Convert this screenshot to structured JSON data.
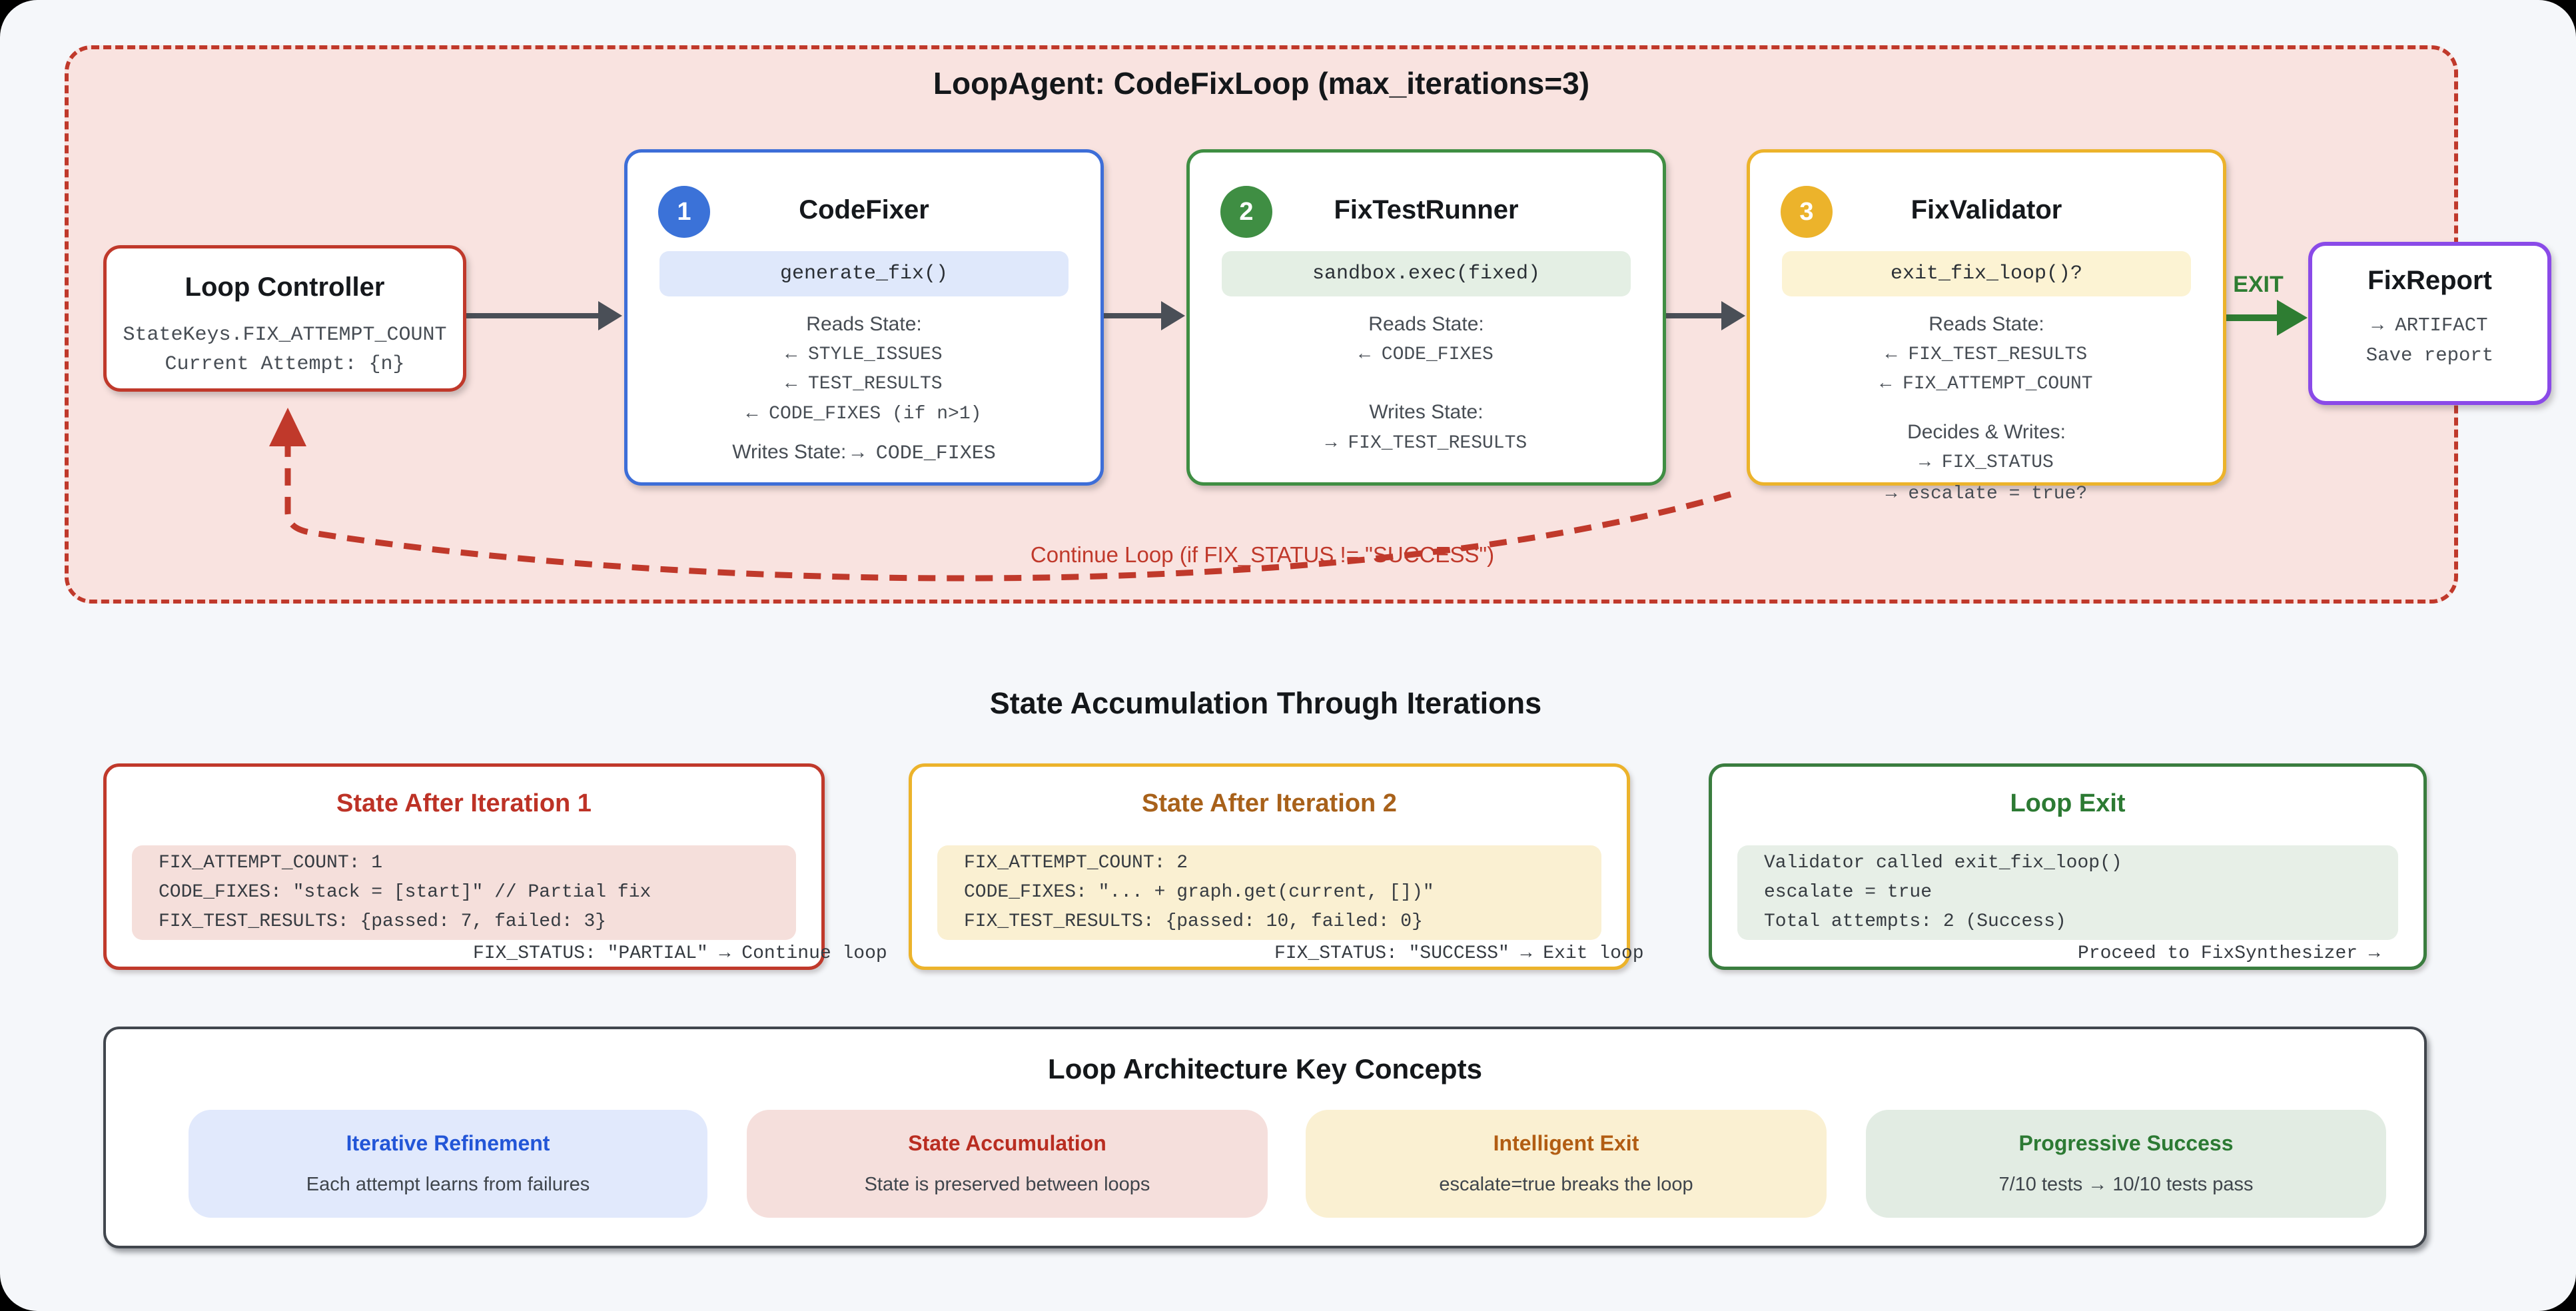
{
  "loop": {
    "title": "LoopAgent: CodeFixLoop (max_iterations=3)",
    "controller": {
      "title": "Loop Controller",
      "line1": "StateKeys.FIX_ATTEMPT_COUNT",
      "line2": "Current Attempt: {n}"
    },
    "agents": [
      {
        "badge": "1",
        "title": "CodeFixer",
        "method": "generate_fix()",
        "reads_label": "Reads State:",
        "reads": [
          "← STYLE_ISSUES",
          "← TEST_RESULTS",
          "← CODE_FIXES (if n>1)"
        ],
        "writes_label": "Writes State:",
        "writes_inline": "→ CODE_FIXES"
      },
      {
        "badge": "2",
        "title": "FixTestRunner",
        "method": "sandbox.exec(fixed)",
        "reads_label": "Reads State:",
        "reads": [
          "← CODE_FIXES"
        ],
        "writes_label": "Writes State:",
        "writes": [
          "→ FIX_TEST_RESULTS"
        ]
      },
      {
        "badge": "3",
        "title": "FixValidator",
        "method": "exit_fix_loop()?",
        "reads_label": "Reads State:",
        "reads": [
          "← FIX_TEST_RESULTS",
          "← FIX_ATTEMPT_COUNT"
        ],
        "writes_label": "Decides & Writes:",
        "writes": [
          "→ FIX_STATUS",
          "→ escalate = true?"
        ]
      }
    ],
    "exit_label": "EXIT",
    "continue_label": "Continue Loop (if FIX_STATUS != \"SUCCESS\")"
  },
  "fix_report": {
    "title": "FixReport",
    "line1": "→ ARTIFACT",
    "line2": "Save report"
  },
  "state_section": {
    "heading": "State Accumulation Through Iterations",
    "cards": [
      {
        "title": "State After Iteration 1",
        "code": "FIX_ATTEMPT_COUNT: 1\nCODE_FIXES: \"stack = [start]\" // Partial fix\nFIX_TEST_RESULTS: {passed: 7, failed: 3}",
        "overflow": "FIX_STATUS: \"PARTIAL\" → Continue loop"
      },
      {
        "title": "State After Iteration 2",
        "code": "FIX_ATTEMPT_COUNT: 2\nCODE_FIXES: \"... + graph.get(current, [])\"\nFIX_TEST_RESULTS: {passed: 10, failed: 0}",
        "overflow": "FIX_STATUS: \"SUCCESS\" → Exit loop"
      },
      {
        "title": "Loop Exit",
        "code": "Validator called exit_fix_loop()\nescalate = true\nTotal attempts: 2 (Success)",
        "overflow": "Proceed to FixSynthesizer →"
      }
    ]
  },
  "concepts_section": {
    "heading": "Loop Architecture Key Concepts",
    "cards": [
      {
        "title": "Iterative Refinement",
        "desc": "Each attempt learns from failures"
      },
      {
        "title": "State Accumulation",
        "desc": "State is preserved between loops"
      },
      {
        "title": "Intelligent Exit",
        "desc": "escalate=true breaks the loop"
      },
      {
        "title": "Progressive Success",
        "desc": "7/10 tests → 10/10 tests pass"
      }
    ]
  },
  "colors": {
    "page_bg": "#f5f7fa",
    "loop_bg": "#f9e3e0",
    "loop_border_red": "#c0392b",
    "blue": "#3b72d8",
    "green": "#3f8e43",
    "exit_green": "#2e7d32",
    "amber": "#ecb32b",
    "purple": "#8a4ae8",
    "arrow_gray": "#4a4f57"
  }
}
